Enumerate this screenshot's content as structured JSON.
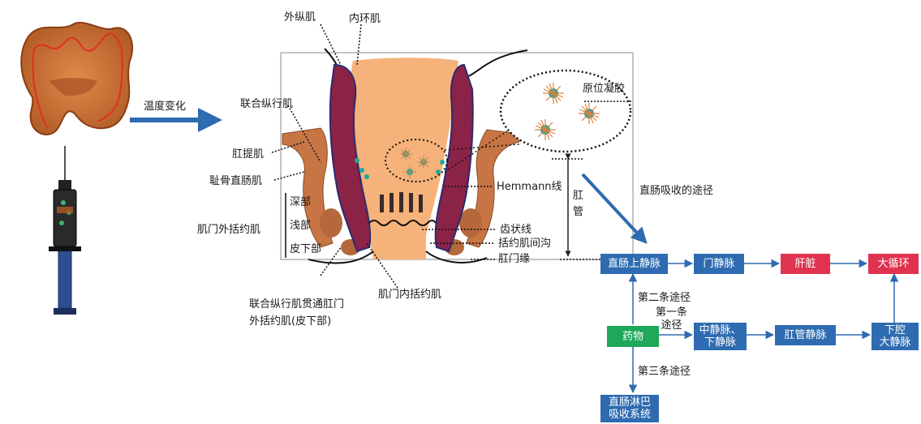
{
  "top_labels": {
    "outer_longitudinal": "外纵肌",
    "inner_circular": "内环肌"
  },
  "left_labels": {
    "conjoined_longitudinal": "联合纵行肌",
    "levator_ani": "肛提肌",
    "puborectalis": "耻骨直肠肌",
    "external_sphincter": "肌门外括约肌",
    "deep": "深部",
    "superficial": "浅部",
    "subcutaneous": "皮下部"
  },
  "bottom_labels": {
    "conjoined_pierce_line1": "联合纵行肌贯通肛门",
    "conjoined_pierce_line2": "外括约肌(皮下部)",
    "internal_sphincter": "肌门内括约肌"
  },
  "right_labels": {
    "in_situ_gel": "原位凝胶",
    "hemmann_line": "Hemmann线",
    "anal_canal": "肛\n管",
    "dentate_line": "齿状线",
    "intersphincteric_groove": "括约肌间沟",
    "anal_verge": "肛门缘"
  },
  "temperature_change": "温度变化",
  "route_title": "直肠吸收的途径",
  "flow": {
    "superior_rectal_vein": "直肠上静脉",
    "portal_vein": "门静脉",
    "liver": "肝脏",
    "systemic_circulation": "大循环",
    "drug": "药物",
    "middle_inferior_vein": "中静脉、\n下静脉",
    "anal_canal_vein": "肛管静脉",
    "inferior_vena_cava": "下腔\n大静脉",
    "rectal_lymphatic": "直肠淋巴\n吸收系统",
    "route_one": "第一条\n途径",
    "route_two": "第二条途径",
    "route_three": "第三条途径"
  },
  "colors": {
    "flow_blue": "#2e6bb0",
    "liver_red": "#e0334f",
    "drug_green": "#1fa85a",
    "rectum_orange": "#f5b27a",
    "muscle_maroon": "#8b2347",
    "levator_brown": "#c87545"
  },
  "icons": [
    "colon-icon",
    "syringe-icon",
    "gel-particle-icon"
  ]
}
